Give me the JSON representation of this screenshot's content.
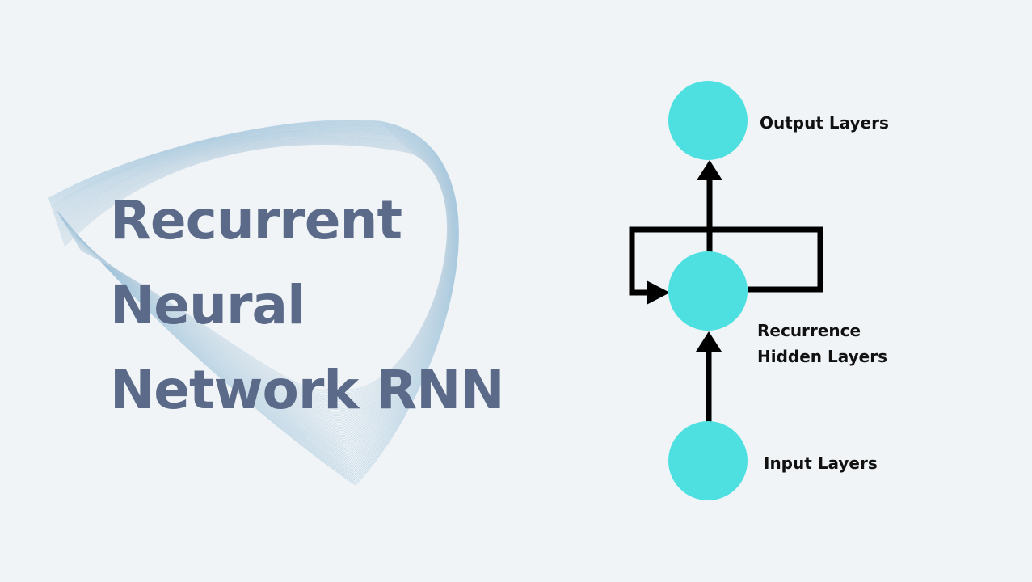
{
  "title": {
    "line1": "Recurrent",
    "line2": "Neural",
    "line3": "Network RNN"
  },
  "diagram": {
    "nodes": {
      "output": {
        "label": "Output Layers"
      },
      "hidden": {
        "label_line1": "Recurrence",
        "label_line2": "Hidden Layers"
      },
      "input": {
        "label": "Input Layers"
      }
    },
    "colors": {
      "node_fill": "#4ee0e0",
      "edge": "#000000",
      "title_text": "#5a6a88",
      "background": "#f0f4f7"
    }
  }
}
